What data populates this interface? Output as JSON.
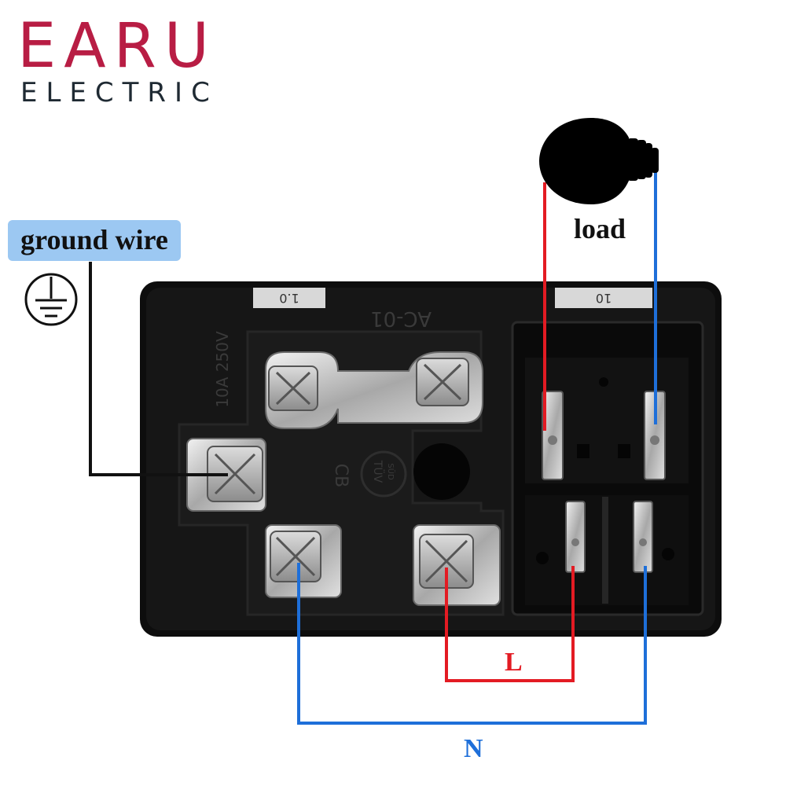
{
  "brand": {
    "name": "EARU",
    "subtitle": "ELECTRIC",
    "color": "#b81d44"
  },
  "labels": {
    "ground_wire": "ground wire",
    "load": "load",
    "live": "L",
    "neutral": "N"
  },
  "socket_markings": {
    "model": "AC-01",
    "rating": "10A 250V",
    "cert": "CB",
    "tuv_top": "TÜV",
    "tuv_bottom": "SÜD",
    "fuse_left": "1.0",
    "fuse_right": "10"
  },
  "wire_colors": {
    "live": "#e31b23",
    "neutral": "#1e6fd9",
    "ground": "#111111"
  }
}
